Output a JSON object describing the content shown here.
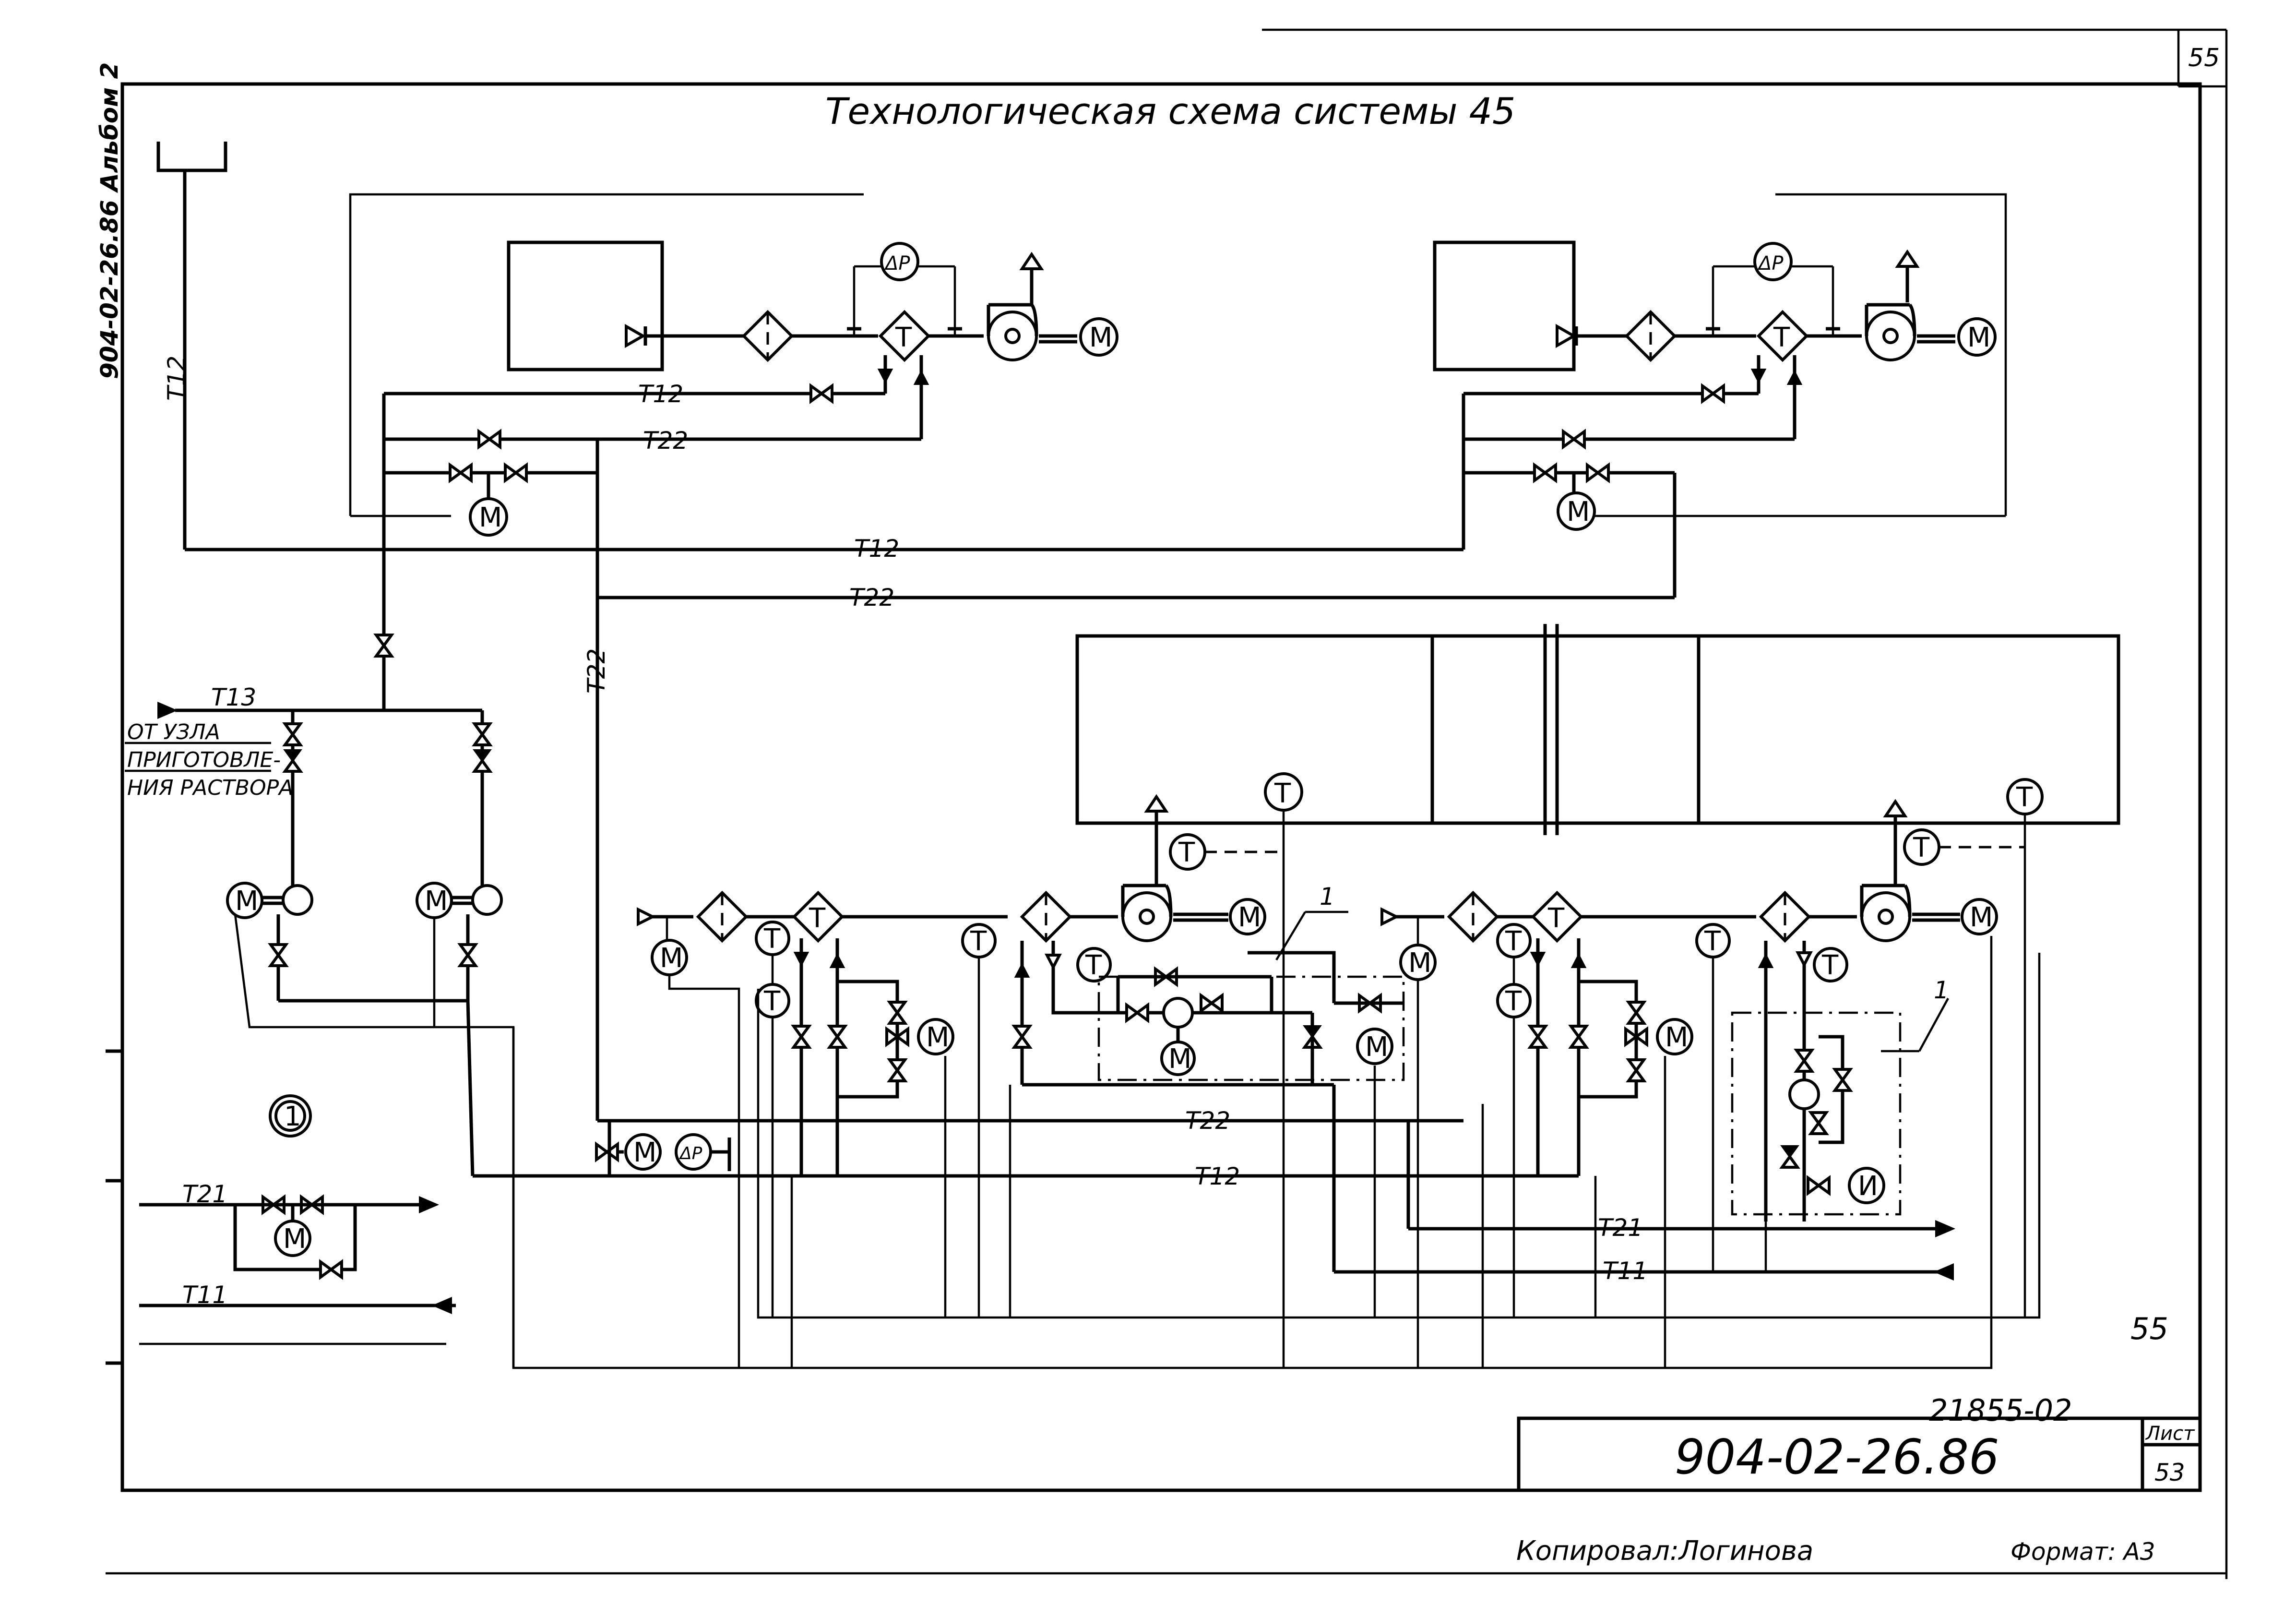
{
  "header": {
    "sheet_number": "55",
    "title": "Технологическая   схема   системы 45"
  },
  "margin": {
    "album_text": "904-02-26.86 Альбом 2"
  },
  "labels": {
    "t12": "Т12",
    "t22": "Т22",
    "t13": "Т13",
    "t21": "Т21",
    "t11": "Т11",
    "source_line1": "ОТ УЗЛА",
    "source_line2": "ПРИГОТОВЛЕ-",
    "source_line3": "НИЯ РАСТВОРА",
    "callout_1": "1",
    "detail_ref": "1"
  },
  "instruments": {
    "dp": "ΔP",
    "t": "T",
    "m": "M",
    "m_alt": "И"
  },
  "page_mark": "55",
  "title_block": {
    "archive_number": "21855-02",
    "designation": "904-02-26.86",
    "sheet_label": "Лист",
    "sheet_value": "53",
    "copied_by": "Копировал:Логинова",
    "format": "Формат: А3"
  },
  "icons": [
    "valve-icon",
    "motor-icon",
    "fan-icon",
    "pump-icon",
    "filter-icon",
    "heat-exchanger-icon",
    "arrow-icon"
  ]
}
